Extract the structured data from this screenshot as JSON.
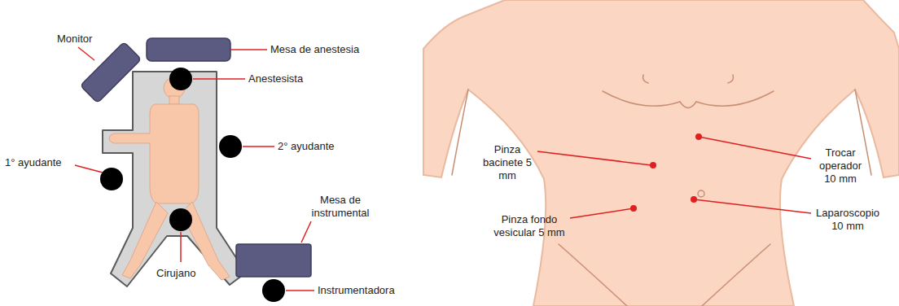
{
  "diagram": {
    "labels": [
      "Mesa de anestesia",
      "Monitor",
      "Anestesista",
      "1° ayudante",
      "2° ayudante",
      "Mesa de instrumental",
      "Cirujano",
      "Instrumentadora",
      "Pinza bacinete 5 mm",
      "Trocar operador 10 mm",
      "Pinza fondo vesicular 5 mm",
      "Laparoscopio 10 mm"
    ]
  }
}
